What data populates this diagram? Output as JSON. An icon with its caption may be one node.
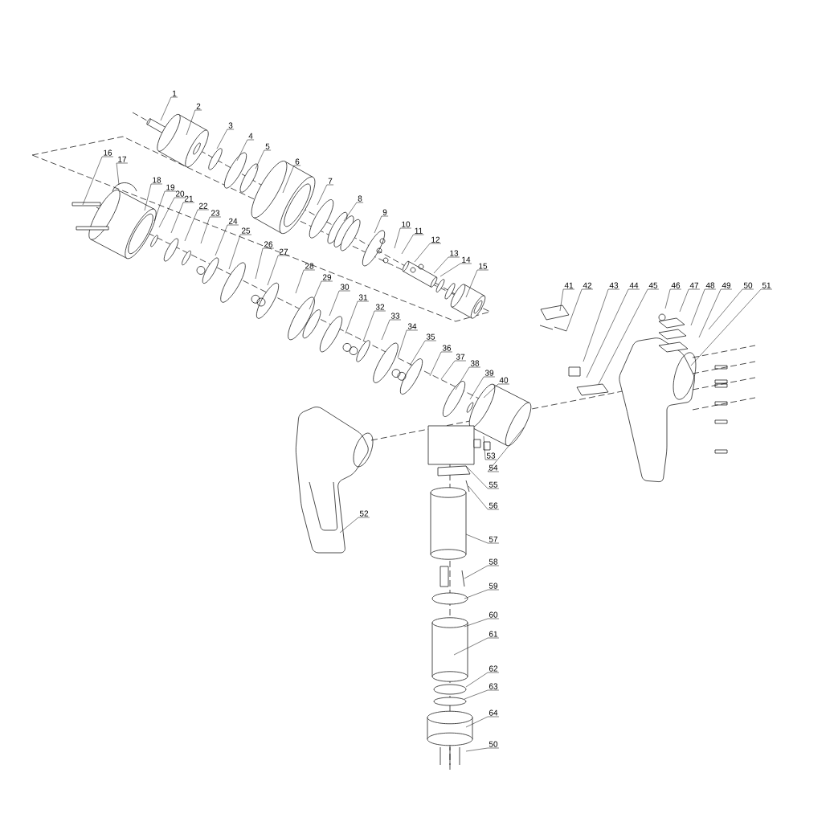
{
  "diagram": {
    "nodes": [
      {
        "text": [
          "1"
        ]
      },
      {
        "text": [
          "2"
        ]
      },
      {
        "text": [
          "3"
        ]
      },
      {
        "text": [
          "4"
        ]
      },
      {
        "text": [
          "5"
        ]
      },
      {
        "text": [
          "6"
        ]
      },
      {
        "text": [
          "7"
        ]
      },
      {
        "text": [
          "8"
        ]
      },
      {
        "text": [
          "9"
        ]
      },
      {
        "text": [
          "10"
        ]
      },
      {
        "text": [
          "11"
        ]
      },
      {
        "text": [
          "12"
        ]
      },
      {
        "text": [
          "13"
        ]
      },
      {
        "text": [
          "14"
        ]
      },
      {
        "text": [
          "15"
        ]
      },
      {
        "text": [
          "16"
        ]
      },
      {
        "text": [
          "17"
        ]
      },
      {
        "text": [
          "18"
        ]
      },
      {
        "text": [
          "19"
        ]
      },
      {
        "text": [
          "20"
        ]
      },
      {
        "text": [
          "21"
        ]
      },
      {
        "text": [
          "22"
        ]
      },
      {
        "text": [
          "23"
        ]
      },
      {
        "text": [
          "24"
        ]
      },
      {
        "text": [
          "25"
        ]
      },
      {
        "text": [
          "26"
        ]
      },
      {
        "text": [
          "27"
        ]
      },
      {
        "text": [
          "28"
        ]
      },
      {
        "text": [
          "29"
        ]
      },
      {
        "text": [
          "30"
        ]
      },
      {
        "text": [
          "31"
        ]
      },
      {
        "text": [
          "32"
        ]
      },
      {
        "text": [
          "33"
        ]
      },
      {
        "text": [
          "34"
        ]
      },
      {
        "text": [
          "35"
        ]
      },
      {
        "text": [
          "36"
        ]
      },
      {
        "text": [
          "37"
        ]
      },
      {
        "text": [
          "38"
        ]
      },
      {
        "text": [
          "39"
        ]
      },
      {
        "text": [
          "40"
        ]
      },
      {
        "text": [
          "41"
        ]
      },
      {
        "text": [
          "42"
        ]
      },
      {
        "text": [
          "43"
        ]
      },
      {
        "text": [
          "44"
        ]
      },
      {
        "text": [
          "45"
        ]
      },
      {
        "text": [
          "46"
        ]
      },
      {
        "text": [
          "47"
        ]
      },
      {
        "text": [
          "48"
        ]
      },
      {
        "text": [
          "49"
        ]
      },
      {
        "text": [
          "50"
        ]
      },
      {
        "text": [
          "51"
        ]
      },
      {
        "text": [
          "52"
        ]
      },
      {
        "text": [
          "53"
        ]
      },
      {
        "text": [
          "54"
        ]
      },
      {
        "text": [
          "55"
        ]
      },
      {
        "text": [
          "56"
        ]
      },
      {
        "text": [
          "57"
        ]
      },
      {
        "text": [
          "58"
        ]
      },
      {
        "text": [
          "59"
        ]
      },
      {
        "text": [
          "60"
        ]
      },
      {
        "text": [
          "61"
        ]
      },
      {
        "text": [
          "62"
        ]
      },
      {
        "text": [
          "63"
        ]
      },
      {
        "text": [
          "64"
        ]
      },
      {
        "text": [
          "50"
        ]
      }
    ],
    "edges": [
      {
        "from": 0,
        "to": null,
        "arrow": "none"
      },
      {
        "from": 1,
        "to": null,
        "arrow": "none"
      },
      {
        "from": 2,
        "to": null,
        "arrow": "none"
      },
      {
        "from": 3,
        "to": null,
        "arrow": "none"
      },
      {
        "from": 4,
        "to": null,
        "arrow": "none"
      },
      {
        "from": 5,
        "to": null,
        "arrow": "none"
      },
      {
        "from": 6,
        "to": null,
        "arrow": "none"
      },
      {
        "from": 7,
        "to": null,
        "arrow": "none"
      },
      {
        "from": 8,
        "to": null,
        "arrow": "none"
      },
      {
        "from": 9,
        "to": null,
        "arrow": "none"
      },
      {
        "from": 10,
        "to": null,
        "arrow": "none"
      },
      {
        "from": 11,
        "to": null,
        "arrow": "none"
      },
      {
        "from": 12,
        "to": null,
        "arrow": "none"
      },
      {
        "from": 13,
        "to": null,
        "arrow": "none"
      },
      {
        "from": 14,
        "to": null,
        "arrow": "none"
      },
      {
        "from": 15,
        "to": null,
        "arrow": "none"
      },
      {
        "from": 16,
        "to": null,
        "arrow": "none"
      },
      {
        "from": 17,
        "to": null,
        "arrow": "none"
      },
      {
        "from": 18,
        "to": null,
        "arrow": "none"
      },
      {
        "from": 19,
        "to": null,
        "arrow": "none"
      },
      {
        "from": 20,
        "to": null,
        "arrow": "none"
      },
      {
        "from": 21,
        "to": null,
        "arrow": "none"
      },
      {
        "from": 22,
        "to": null,
        "arrow": "none"
      },
      {
        "from": 23,
        "to": null,
        "arrow": "none"
      },
      {
        "from": 24,
        "to": null,
        "arrow": "none"
      },
      {
        "from": 25,
        "to": null,
        "arrow": "none"
      },
      {
        "from": 26,
        "to": null,
        "arrow": "none"
      },
      {
        "from": 27,
        "to": null,
        "arrow": "none"
      },
      {
        "from": 28,
        "to": null,
        "arrow": "none"
      },
      {
        "from": 29,
        "to": null,
        "arrow": "none"
      },
      {
        "from": 30,
        "to": null,
        "arrow": "none"
      },
      {
        "from": 31,
        "to": null,
        "arrow": "none"
      },
      {
        "from": 32,
        "to": null,
        "arrow": "none"
      },
      {
        "from": 33,
        "to": null,
        "arrow": "none"
      },
      {
        "from": 34,
        "to": null,
        "arrow": "none"
      },
      {
        "from": 35,
        "to": null,
        "arrow": "none"
      },
      {
        "from": 36,
        "to": null,
        "arrow": "none"
      },
      {
        "from": 37,
        "to": null,
        "arrow": "none"
      },
      {
        "from": 38,
        "to": null,
        "arrow": "none"
      },
      {
        "from": 39,
        "to": null,
        "arrow": "none"
      },
      {
        "from": 40,
        "to": null,
        "arrow": "none"
      },
      {
        "from": 41,
        "to": null,
        "arrow": "none"
      },
      {
        "from": 42,
        "to": null,
        "arrow": "none"
      },
      {
        "from": 43,
        "to": null,
        "arrow": "none"
      },
      {
        "from": 44,
        "to": null,
        "arrow": "none"
      },
      {
        "from": 45,
        "to": null,
        "arrow": "none"
      },
      {
        "from": 46,
        "to": null,
        "arrow": "none"
      },
      {
        "from": 47,
        "to": null,
        "arrow": "none"
      },
      {
        "from": 48,
        "to": null,
        "arrow": "none"
      },
      {
        "from": 49,
        "to": null,
        "arrow": "none"
      },
      {
        "from": 50,
        "to": null,
        "arrow": "none"
      },
      {
        "from": 51,
        "to": null,
        "arrow": "none"
      },
      {
        "from": 52,
        "to": null,
        "arrow": "none"
      },
      {
        "from": 53,
        "to": null,
        "arrow": "none"
      },
      {
        "from": 54,
        "to": null,
        "arrow": "none"
      },
      {
        "from": 55,
        "to": null,
        "arrow": "none"
      },
      {
        "from": 56,
        "to": null,
        "arrow": "none"
      },
      {
        "from": 57,
        "to": null,
        "arrow": "none"
      },
      {
        "from": 58,
        "to": null,
        "arrow": "none"
      },
      {
        "from": 59,
        "to": null,
        "arrow": "none"
      },
      {
        "from": 60,
        "to": null,
        "arrow": "none"
      },
      {
        "from": 61,
        "to": null,
        "arrow": "none"
      },
      {
        "from": 62,
        "to": null,
        "arrow": "none"
      },
      {
        "from": 63,
        "to": null,
        "arrow": "none"
      },
      {
        "from": 64,
        "to": null,
        "arrow": "none"
      }
    ]
  }
}
